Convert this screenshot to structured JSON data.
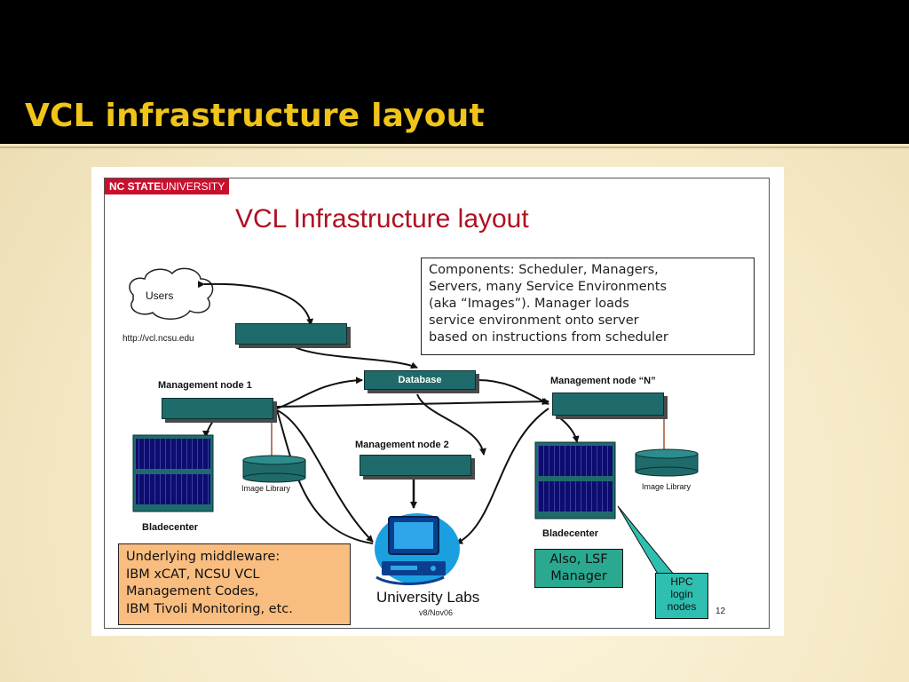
{
  "slide": {
    "title": "VCL infrastructure layout"
  },
  "figure": {
    "banner_bold": "NC STATE",
    "banner_rest": "UNIVERSITY",
    "title": "VCL Infrastructure layout",
    "users": "Users",
    "url": "http://vcl.ncsu.edu",
    "database": "Database",
    "mgmt1": "Management node 1",
    "mgmt2": "Management node 2",
    "mgmtN": "Management node “N”",
    "image_library_left": "Image Library",
    "image_library_right": "Image Library",
    "bladecenter_left": "Bladecenter",
    "bladecenter_right": "Bladecenter",
    "components_lines": [
      "Components: Scheduler, Managers,",
      "Servers, many Service Environments",
      "(aka “Images”). Manager loads",
      "service environment onto server",
      "based on instructions from scheduler"
    ],
    "middleware_lines": [
      "Underlying middleware:",
      "IBM xCAT, NCSU VCL",
      "Management Codes,",
      "IBM Tivoli Monitoring, etc."
    ],
    "lsf_lines": [
      "Also, LSF",
      "Manager"
    ],
    "hpc_lines": [
      "HPC",
      "login",
      "nodes"
    ],
    "university_labs": "University Labs",
    "version": "v8/Nov06",
    "page_number": "12"
  },
  "colors": {
    "title_text": "#f0c419",
    "node_fill": "#1f6b6b",
    "blade_fill": "#0d0d6e",
    "middleware_fill": "#f9bd7f",
    "lsf_fill": "#2aa890",
    "hpc_fill": "#2fbfb0",
    "figure_title": "#b01020",
    "banner": "#c8102e"
  }
}
